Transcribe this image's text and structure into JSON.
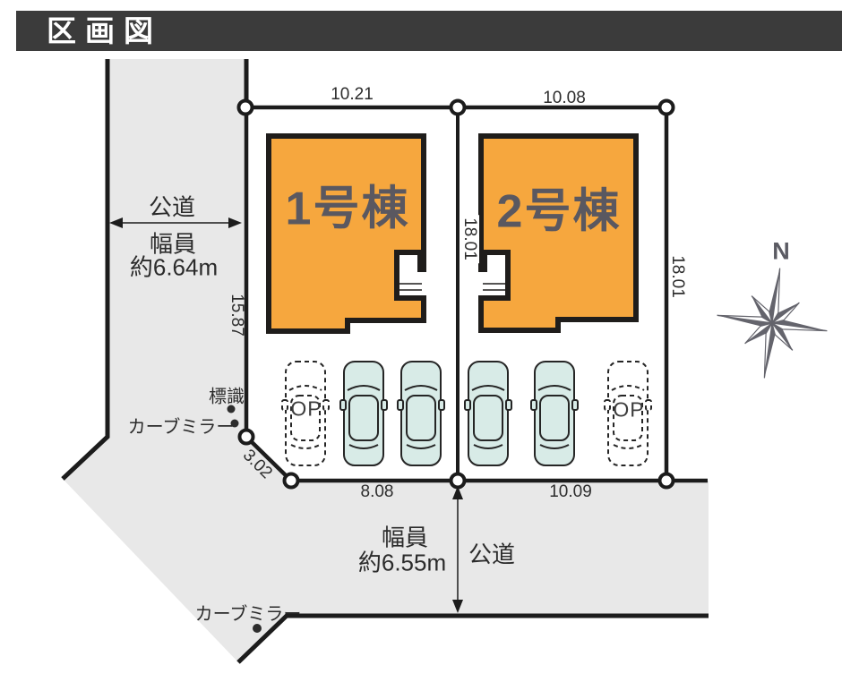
{
  "title": "区画図",
  "dimensions": {
    "top_left_width": "10.21",
    "top_right_width": "10.08",
    "center_depth": "18.01",
    "right_depth": "18.01",
    "left_depth": "15.87",
    "corner_cut": "3.02",
    "bottom_left_width": "8.08",
    "bottom_right_width": "10.09"
  },
  "buildings": [
    {
      "label": "1号棟"
    },
    {
      "label": "2号棟"
    }
  ],
  "roads": {
    "left": {
      "type": "公道",
      "width_caption": "幅員",
      "width_value": "約6.64m"
    },
    "bottom": {
      "type": "公道",
      "width_caption": "幅員",
      "width_value": "約6.55m"
    }
  },
  "markers": {
    "sign": "標識",
    "curve_mirror_left": "カーブミラー",
    "curve_mirror_bottom": "カーブミラー"
  },
  "parking": {
    "op_label": "OP"
  },
  "compass": {
    "north": "N"
  },
  "colors": {
    "building_fill": "#f6a73e",
    "road_fill": "#e8e8e8",
    "car_fill": "#d8ebe7",
    "banner_bg": "#3b3b3b",
    "line": "#1c1c1c",
    "compass_gray": "#64646c"
  }
}
